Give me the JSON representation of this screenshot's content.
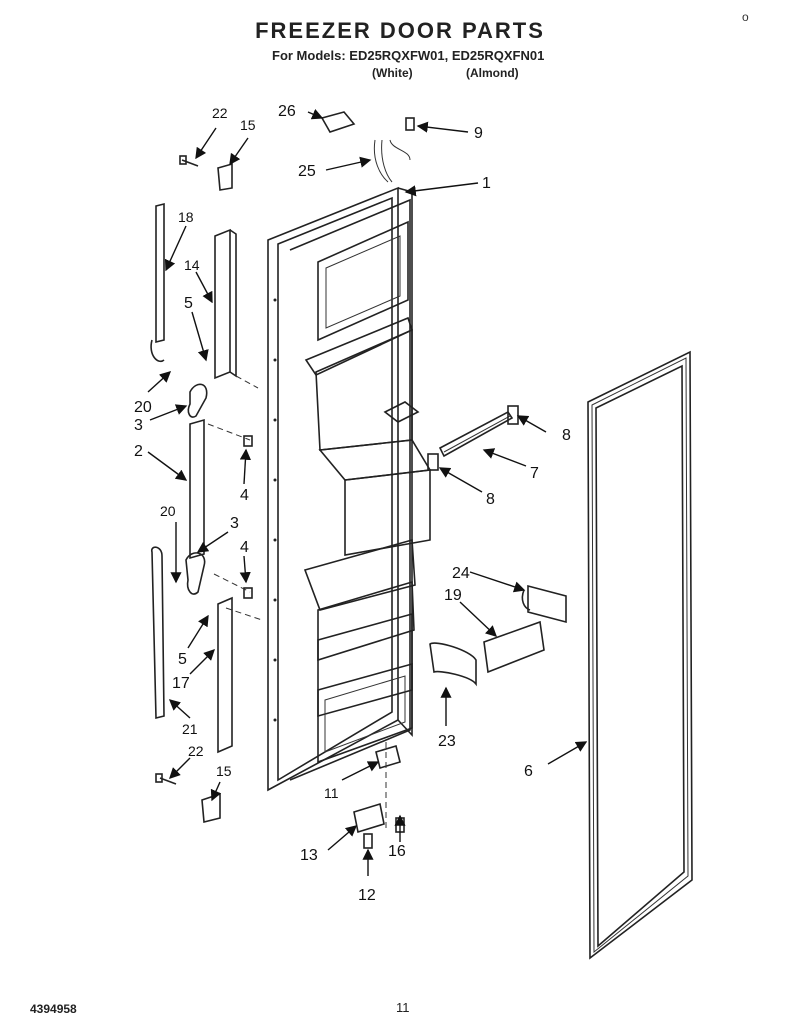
{
  "header": {
    "title": "FREEZER DOOR PARTS",
    "models": "For Models: ED25RQXFW01, ED25RQXFN01",
    "variant_white": "(White)",
    "variant_almond": "(Almond)",
    "corner_mark": "o"
  },
  "footer": {
    "doc_number": "4394958",
    "page_number": "11"
  },
  "callouts": {
    "c1": "1",
    "c2": "2",
    "c3a": "3",
    "c3b": "3",
    "c4a": "4",
    "c4b": "4",
    "c5a": "5",
    "c5b": "5",
    "c6": "6",
    "c7": "7",
    "c8a": "8",
    "c8b": "8",
    "c9": "9",
    "c11": "11",
    "c12": "12",
    "c13": "13",
    "c14": "14",
    "c15a": "15",
    "c15b": "15",
    "c16": "16",
    "c17": "17",
    "c18": "18",
    "c19": "19",
    "c20a": "20",
    "c20b": "20",
    "c21": "21",
    "c22a": "22",
    "c22b": "22",
    "c23": "23",
    "c24": "24",
    "c25": "25",
    "c26": "26"
  }
}
